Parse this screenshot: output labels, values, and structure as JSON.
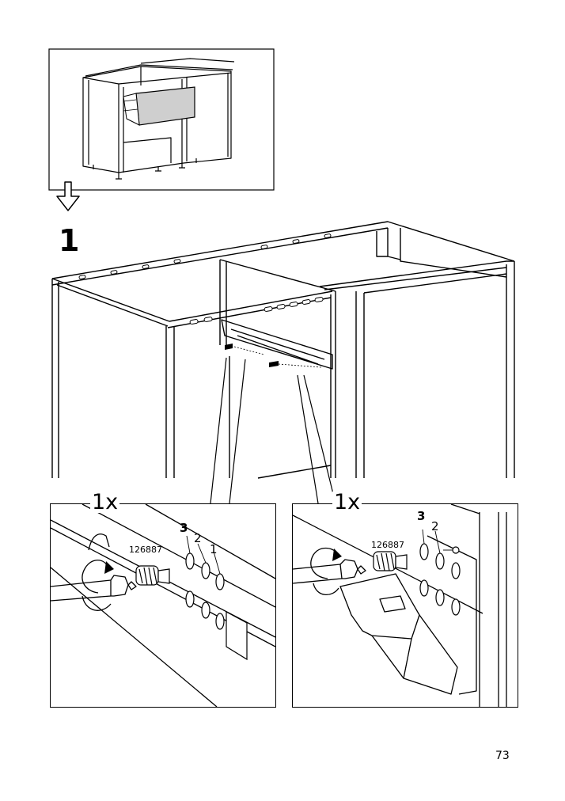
{
  "page_number": "73",
  "step_number": "1",
  "callouts": [
    {
      "quantity": "1x",
      "part_code": "126887",
      "positions": [
        "3",
        "2",
        "1"
      ]
    },
    {
      "quantity": "1x",
      "part_code": "126887",
      "positions": [
        "3",
        "2"
      ]
    }
  ],
  "icons": {
    "overview": "cabinet-overview-illustration",
    "direction": "down-arrow-icon",
    "main": "cabinet-drawer-rail-illustration",
    "detail_left": "screwdriver-icon",
    "detail_right": "screwdriver-icon"
  },
  "colors": {
    "line": "#000000",
    "drawer_front": "#cfcfcf"
  }
}
